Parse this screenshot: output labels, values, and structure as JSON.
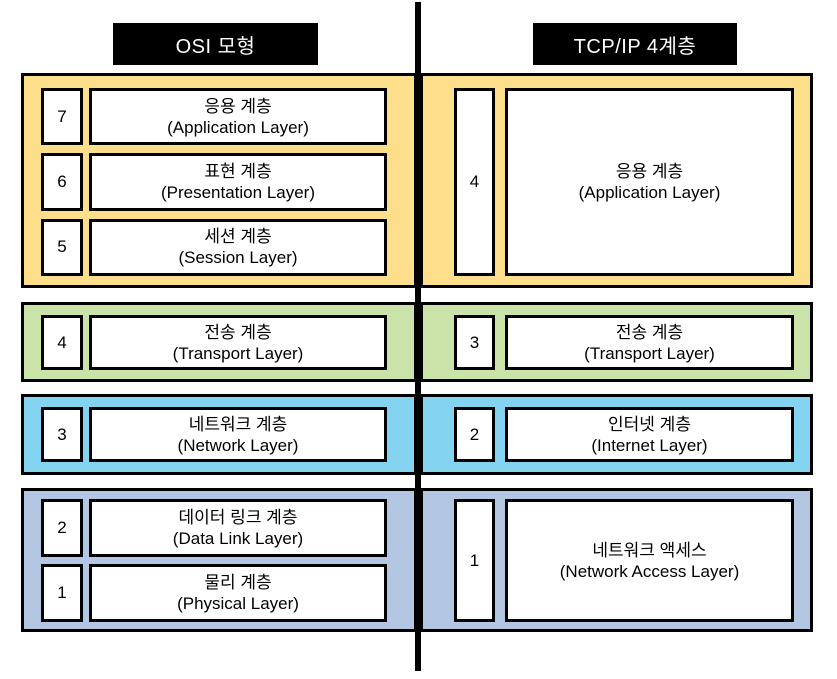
{
  "columns": [
    {
      "header": "OSI 모형",
      "bands": [
        {
          "group": "application",
          "rows": [
            {
              "num": "7",
              "ko": "응용 계층",
              "en": "(Application Layer)"
            },
            {
              "num": "6",
              "ko": "표현 계층",
              "en": "(Presentation Layer)"
            },
            {
              "num": "5",
              "ko": "세션 계층",
              "en": "(Session Layer)"
            }
          ]
        },
        {
          "group": "transport",
          "rows": [
            {
              "num": "4",
              "ko": "전송 계층",
              "en": "(Transport Layer)"
            }
          ]
        },
        {
          "group": "network",
          "rows": [
            {
              "num": "3",
              "ko": "네트워크 계층",
              "en": "(Network Layer)"
            }
          ]
        },
        {
          "group": "link",
          "rows": [
            {
              "num": "2",
              "ko": "데이터 링크 계층",
              "en": "(Data Link Layer)"
            },
            {
              "num": "1",
              "ko": "물리 계층",
              "en": "(Physical Layer)"
            }
          ]
        }
      ]
    },
    {
      "header": "TCP/IP 4계층",
      "bands": [
        {
          "group": "application",
          "rows": [
            {
              "num": "4",
              "ko": "응용 계층",
              "en": "(Application Layer)"
            }
          ]
        },
        {
          "group": "transport",
          "rows": [
            {
              "num": "3",
              "ko": "전송 계층",
              "en": "(Transport Layer)"
            }
          ]
        },
        {
          "group": "internet",
          "rows": [
            {
              "num": "2",
              "ko": "인터넷 계층",
              "en": "(Internet Layer)"
            }
          ]
        },
        {
          "group": "link",
          "rows": [
            {
              "num": "1",
              "ko": "네트워크 액세스",
              "en": "(Network Access Layer)"
            }
          ]
        }
      ]
    }
  ],
  "colors": {
    "application_band": "#FCDE8B",
    "transport_band": "#CAE3A9",
    "network_band": "#84D3F0",
    "link_band": "#B3C6E2",
    "header_bg": "#000000",
    "header_text": "#FFFFFF"
  }
}
